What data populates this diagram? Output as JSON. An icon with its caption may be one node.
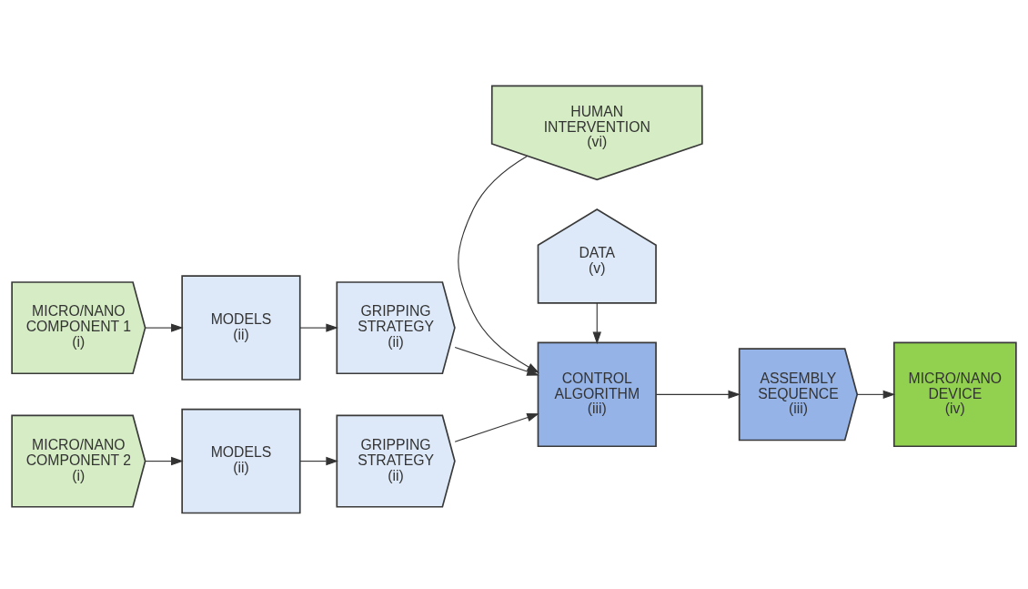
{
  "diagram": {
    "nodes": [
      {
        "text": [
          "HUMAN INTERVENTION",
          "(vi)"
        ]
      },
      {
        "text": [
          "MICRO/NANO COMPONENT 1",
          "(i)"
        ]
      },
      {
        "text": [
          "MICRO/NANO COMPONENT 2",
          "(i)"
        ]
      },
      {
        "text": [
          "MODELS",
          "(ii)"
        ]
      },
      {
        "text": [
          "GRIPPING STRATEGY",
          "(ii)"
        ]
      },
      {
        "text": [
          "MODELS",
          "(ii)"
        ]
      },
      {
        "text": [
          "GRIPPING STRATEGY",
          "(ii)"
        ]
      },
      {
        "text": [
          "CONTROL ALGORITHM",
          "(iii)"
        ]
      },
      {
        "text": [
          "ASSEMBLY SEQUENCE",
          "(iii)"
        ]
      },
      {
        "text": [
          "MICRO/NANO DEVICE",
          "(iv)"
        ]
      },
      {
        "text": [
          "DATA",
          "(v)"
        ]
      }
    ],
    "edges": [
      {
        "from": 1,
        "to": 3,
        "arrow": "to"
      },
      {
        "from": 3,
        "to": 4,
        "arrow": "to"
      },
      {
        "from": 4,
        "to": 7,
        "arrow": "to"
      },
      {
        "from": 2,
        "to": 5,
        "arrow": "to"
      },
      {
        "from": 5,
        "to": 6,
        "arrow": "to"
      },
      {
        "from": 6,
        "to": 7,
        "arrow": "to"
      },
      {
        "from": 7,
        "to": 8,
        "arrow": "to"
      },
      {
        "from": 8,
        "to": 9,
        "arrow": "to"
      },
      {
        "from": 0,
        "to": 7,
        "arrow": "to"
      },
      {
        "from": 10,
        "to": 7,
        "arrow": "to"
      }
    ]
  }
}
